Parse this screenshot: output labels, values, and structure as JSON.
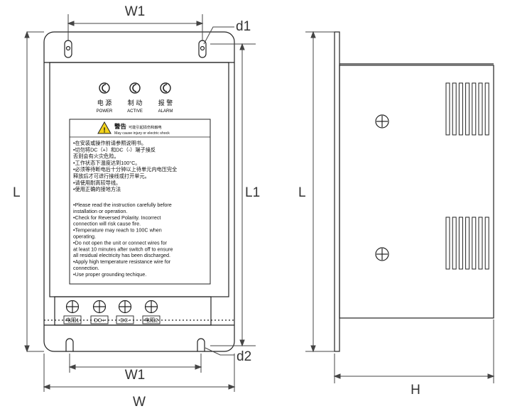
{
  "dimensions": {
    "w1_top": "W1",
    "d1": "d1",
    "l_front": "L",
    "l1": "L1",
    "d2": "d2",
    "w1_bottom": "W1",
    "w": "W",
    "l_side": "L",
    "h": "H"
  },
  "indicators": [
    {
      "cn": "电 源",
      "en": "POWER"
    },
    {
      "cn": "制 动",
      "en": "ACTIVE"
    },
    {
      "cn": "报 警",
      "en": "ALARM"
    }
  ],
  "warning": {
    "title": "警告",
    "title_note": "可能引起损伤和触电",
    "subtitle": "May cause injury or electric shock",
    "lines_cn": [
      "•在安装或操作前请参照说明书。",
      "•切勿将DC（+）和DC（-）端子接反",
      "  否则会有火灾危险。",
      "•工作状态下温度达到100°C。",
      "•必须等待断电后十分钟以上待单元内电压完全",
      "  释放后才可进行接线或打开单元。",
      "•请使用耐高较导线。",
      "•使用正确的接地方法"
    ],
    "lines_en": [
      "•Please read the instruction carefully before",
      "installation or operation.",
      "•Check for Reversed Polarity. Incorrect",
      " connection will risk cause fire.",
      "•Temperature may reach to 100C when",
      "operating.",
      "•Do not open the unit or connect wires for",
      " at least 10 minutes after switch off to ensure",
      " all residual electricity has been discharged.",
      "•Apply high temperature resistance wire for",
      "connection.",
      "•Use proper grounding techique."
    ]
  },
  "terminals": [
    "电阻1",
    "DC+",
    "DC-",
    "电阻2"
  ]
}
